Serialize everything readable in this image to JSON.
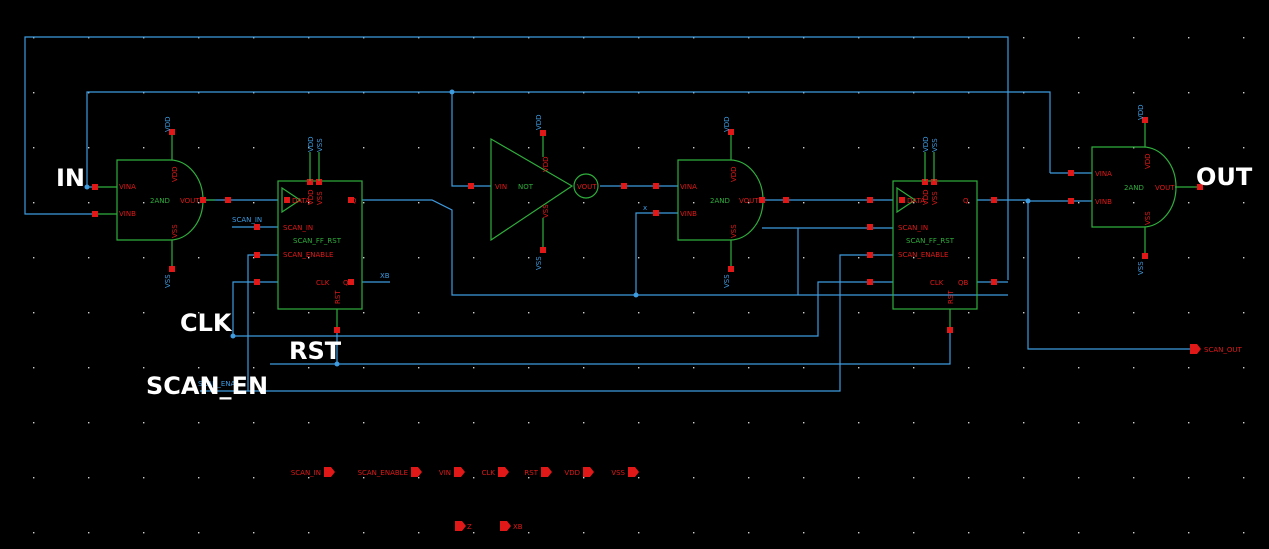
{
  "labels": {
    "in": "IN",
    "out": "OUT",
    "clk": "CLK",
    "rst": "RST",
    "scan_en": "SCAN_EN",
    "scan_in": "SCAN_IN",
    "scan_enable_frag": "SCAN_ENA",
    "xb": "XB",
    "x": "x",
    "scan_out": "SCAN_OUT"
  },
  "and1": {
    "type": "2AND",
    "vina": "VINA",
    "vinb": "VINB",
    "vout": "VOUT",
    "vdd": "VDD",
    "vss": "VSS"
  },
  "ff1": {
    "type": "SCAN_FF_RST",
    "data": "DATA",
    "scan_in": "SCAN_IN",
    "scan_enable": "SCAN_ENABLE",
    "clk": "CLK",
    "q": "Q",
    "qb": "QB",
    "rst": "RST",
    "vdd": "VDD",
    "vss": "VSS"
  },
  "not1": {
    "type": "NOT",
    "vin": "VIN",
    "vout": "VOUT",
    "vdd": "VDD",
    "vss": "VSS"
  },
  "and2": {
    "type": "2AND",
    "vina": "VINA",
    "vinb": "VINB",
    "vout": "VOUT",
    "vdd": "VDD",
    "vss": "VSS"
  },
  "ff2": {
    "type": "SCAN_FF_RST",
    "data": "DATA",
    "scan_in": "SCAN_IN",
    "scan_enable": "SCAN_ENABLE",
    "clk": "CLK",
    "q": "Q",
    "qb": "QB",
    "rst": "RST",
    "vdd": "VDD",
    "vss": "VSS"
  },
  "and3": {
    "type": "2AND",
    "vina": "VINA",
    "vinb": "VINB",
    "vout": "VOUT",
    "vdd": "VDD",
    "vss": "VSS"
  },
  "ports_row1": [
    "SCAN_IN",
    "SCAN_ENABLE",
    "VIN",
    "CLK",
    "RST",
    "VDD",
    "VSS"
  ],
  "ports_row2": [
    "Z",
    "XB"
  ],
  "colors": {
    "background": "#000000",
    "wire": "#3d9be0",
    "gate": "#2fae3c",
    "pin": "#e01818",
    "label": "#ffffff"
  }
}
